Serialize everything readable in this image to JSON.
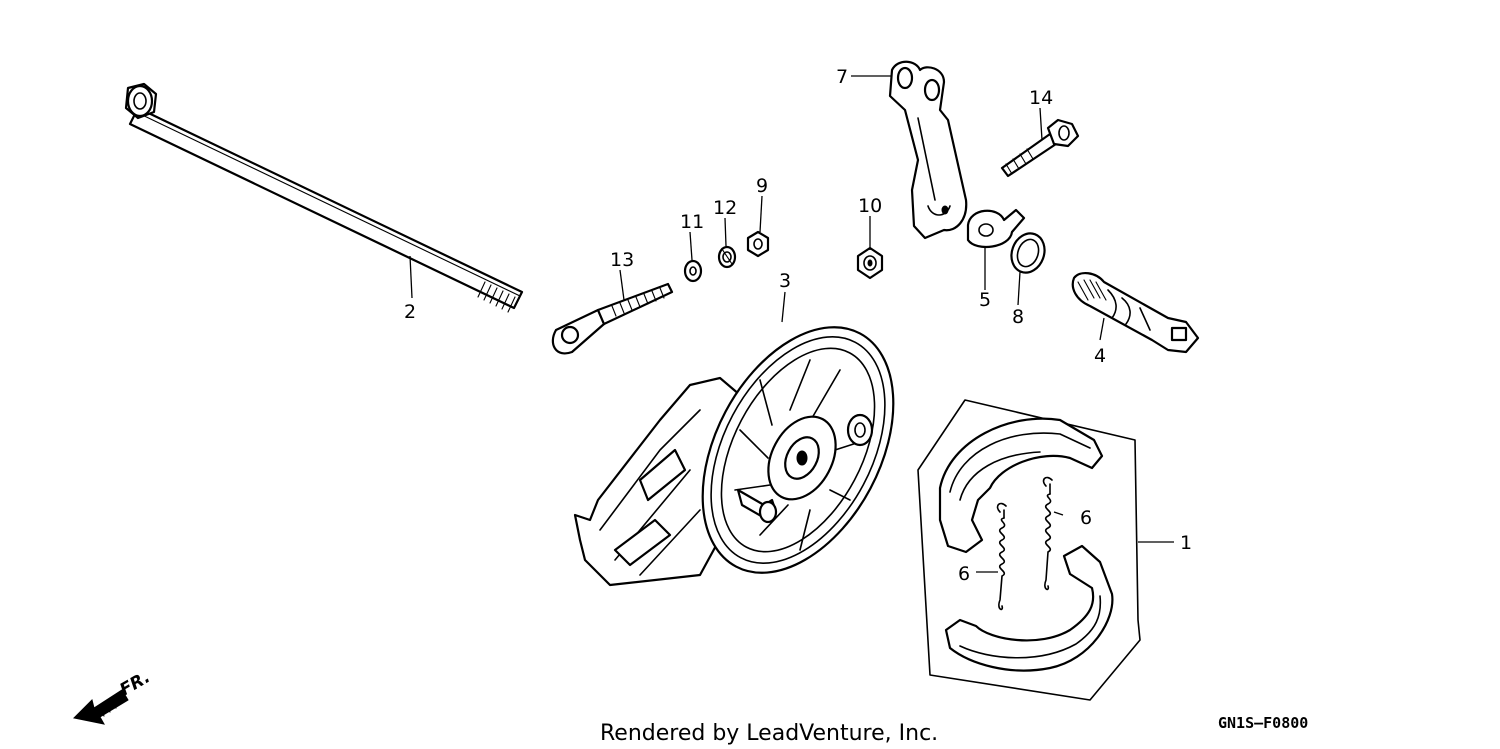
{
  "callouts": {
    "c1": "1",
    "c2": "2",
    "c3": "3",
    "c4": "4",
    "c5": "5",
    "c6a": "6",
    "c6b": "6",
    "c7": "7",
    "c8": "8",
    "c9": "9",
    "c10": "10",
    "c11": "11",
    "c12": "12",
    "c13": "13",
    "c14": "14"
  },
  "direction_label": "FR.",
  "footer": {
    "rendered_by": "Rendered by LeadVenture, Inc.",
    "diagram_code": "GN1S–F0800"
  },
  "icons": {
    "front_arrow": "front-direction-arrow-icon"
  }
}
